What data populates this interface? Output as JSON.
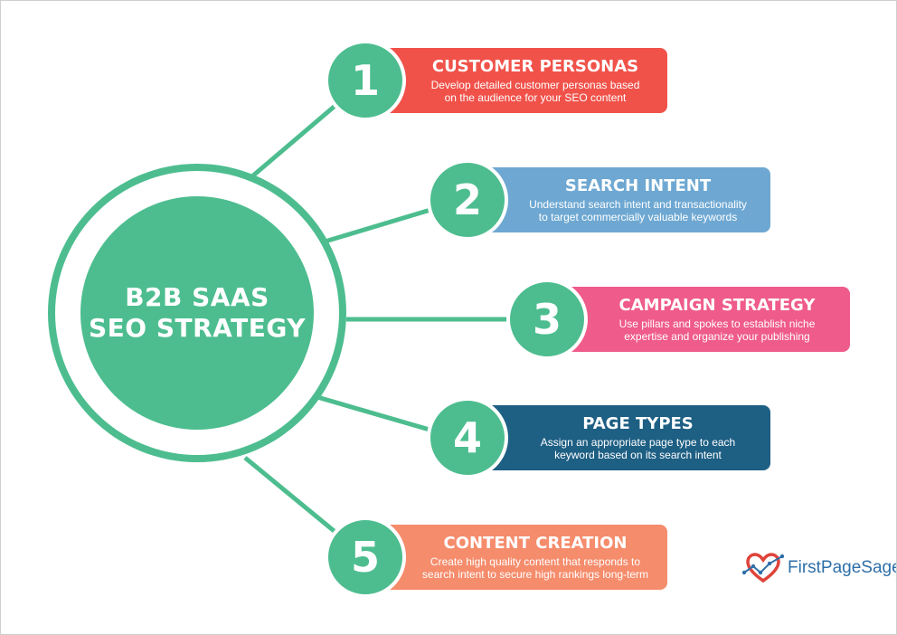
{
  "hub": {
    "line1": "B2B SAAS",
    "line2": "SEO STRATEGY",
    "color": "#4dbd8f"
  },
  "steps": [
    {
      "number": "1",
      "title": "CUSTOMER PERSONAS",
      "desc_line1": "Develop detailed customer personas based",
      "desc_line2": "on the audience for your SEO content",
      "color": "#f0524a"
    },
    {
      "number": "2",
      "title": "SEARCH INTENT",
      "desc_line1": "Understand search intent and transactionality",
      "desc_line2": "to target commercially valuable keywords",
      "color": "#6ea8d2"
    },
    {
      "number": "3",
      "title": "CAMPAIGN STRATEGY",
      "desc_line1": "Use pillars and spokes to establish niche",
      "desc_line2": "expertise and organize your publishing",
      "color": "#ef5b8a"
    },
    {
      "number": "4",
      "title": "PAGE TYPES",
      "desc_line1": "Assign an appropriate page type to each",
      "desc_line2": "keyword based on its search intent",
      "color": "#1e5f84"
    },
    {
      "number": "5",
      "title": "CONTENT CREATION",
      "desc_line1": "Create high quality content that responds to",
      "desc_line2": "search intent to secure high rankings long-term",
      "color": "#f58c6c"
    }
  ],
  "logo": {
    "text": "FirstPageSage",
    "icon": "heart-chart-logo-icon"
  }
}
